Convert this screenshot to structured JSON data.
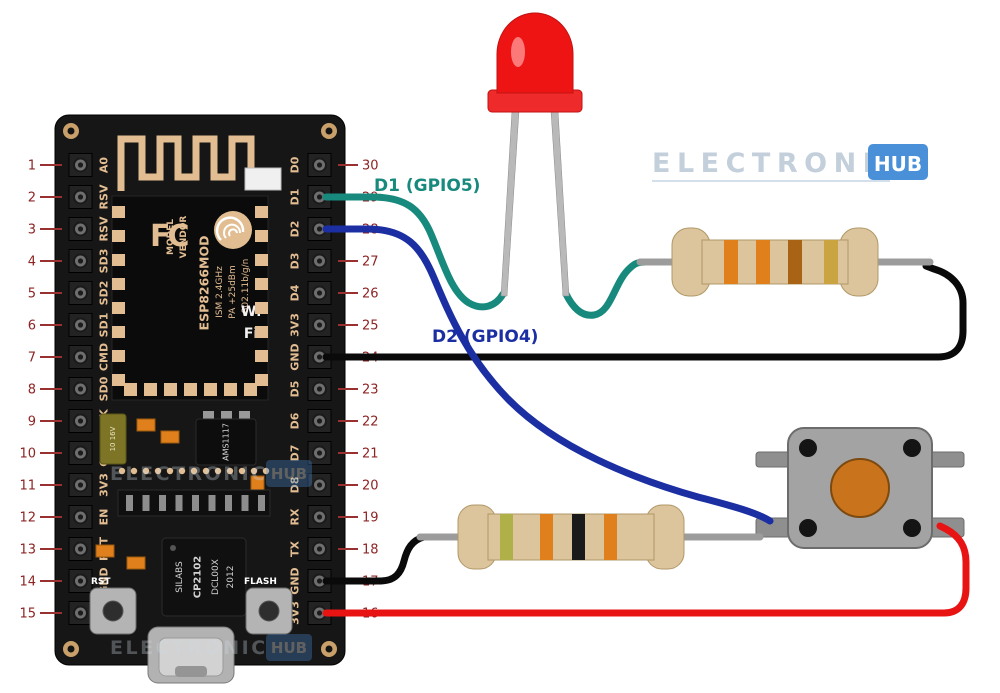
{
  "wire_labels": {
    "d1": "D1 (GPIO5)",
    "d2": "D2 (GPIO4)"
  },
  "logo": {
    "word": "ELECTRONICS",
    "hub": "HUB",
    "accent": "#4a90d9",
    "letter_color": "#c3cfdb"
  },
  "board": {
    "left_pins": [
      {
        "num": "1",
        "label": "A0"
      },
      {
        "num": "2",
        "label": "RSV"
      },
      {
        "num": "3",
        "label": "RSV"
      },
      {
        "num": "4",
        "label": "SD3"
      },
      {
        "num": "5",
        "label": "SD2"
      },
      {
        "num": "6",
        "label": "SD1"
      },
      {
        "num": "7",
        "label": "CMD"
      },
      {
        "num": "8",
        "label": "SD0"
      },
      {
        "num": "9",
        "label": "CLK"
      },
      {
        "num": "10",
        "label": "GND"
      },
      {
        "num": "11",
        "label": "3V3"
      },
      {
        "num": "12",
        "label": "EN"
      },
      {
        "num": "13",
        "label": "RST"
      },
      {
        "num": "14",
        "label": "GND"
      },
      {
        "num": "15",
        "label": "VIN"
      }
    ],
    "right_pins": [
      {
        "num": "30",
        "label": "D0"
      },
      {
        "num": "29",
        "label": "D1"
      },
      {
        "num": "28",
        "label": "D2"
      },
      {
        "num": "27",
        "label": "D3"
      },
      {
        "num": "26",
        "label": "D4"
      },
      {
        "num": "25",
        "label": "3V3"
      },
      {
        "num": "24",
        "label": "GND"
      },
      {
        "num": "23",
        "label": "D5"
      },
      {
        "num": "22",
        "label": "D6"
      },
      {
        "num": "21",
        "label": "D7"
      },
      {
        "num": "20",
        "label": "D8"
      },
      {
        "num": "19",
        "label": "RX"
      },
      {
        "num": "18",
        "label": "TX"
      },
      {
        "num": "17",
        "label": "GND"
      },
      {
        "num": "16",
        "label": "3V3"
      }
    ],
    "module": {
      "fcc": "FC",
      "model_label": "MODEL",
      "vendor_label": "VENDOR",
      "chip": "ESP8266MOD",
      "ism": "ISM 2.4GHz",
      "pa": "PA +25dBm",
      "standard": "802.11b/g/n",
      "wifi_top": "Wi",
      "wifi_bottom": "Fi"
    },
    "regulator": "AMS1117",
    "capacitor": "10 16V",
    "usb_chip": {
      "line1": "SILABS",
      "line2": "CP2102",
      "line3": "DCL00X",
      "line4": "2012"
    },
    "rst_button": "RST",
    "flash_button": "FLASH"
  },
  "colors": {
    "board_black": "#161616",
    "pad_tan": "#e2bd92",
    "pin_number_red": "#8d2424",
    "wire_teal": "#17897d",
    "wire_blue": "#1b2fa3",
    "wire_black": "#0a0a0a",
    "wire_red": "#e81414",
    "lead_gray": "#9c9c9c",
    "led_red": "#ee1414",
    "resistor_body": "#dcc49c",
    "band_orange": "#e0801c",
    "band_dark_orange": "#a86414",
    "band_gold": "#c9a441",
    "band_green": "#b0b048",
    "band_black": "#1a1a1a",
    "button_gray": "#a3a3a3",
    "button_center": "#c9731d"
  }
}
